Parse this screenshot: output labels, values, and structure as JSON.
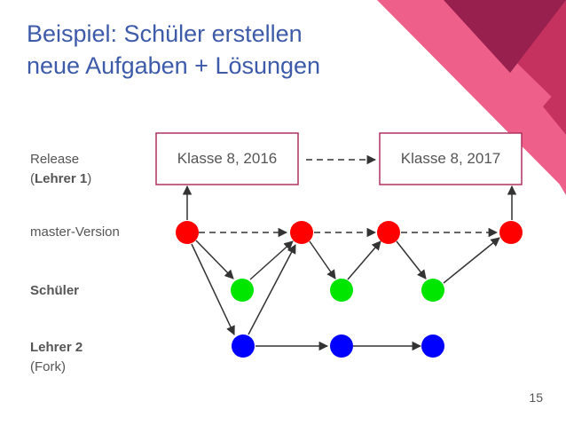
{
  "slide": {
    "title_line1": "Beispiel: Schüler erstellen",
    "title_line2": "neue Aufgaben + Lösungen",
    "page_number": "15",
    "colors": {
      "title": "#3d5ba9",
      "deco_dark": "#97204e",
      "deco_mid": "#c6325f",
      "deco_pink": "#ee5f8a",
      "box_border": "#b03060",
      "master_node": "#ff0000",
      "schueler_node": "#00e600",
      "lehrer2_node": "#0000ff"
    }
  },
  "labels": {
    "release": "Release",
    "release_paren_open": "(",
    "release_lehrer": "Lehrer 1",
    "release_paren_close": ")",
    "master": "master-Version",
    "schueler": "Schüler",
    "lehrer2": "Lehrer 2",
    "fork": "(Fork)"
  },
  "releases": [
    {
      "label": "Klasse 8, 2016"
    },
    {
      "label": "Klasse 8, 2017"
    }
  ]
}
